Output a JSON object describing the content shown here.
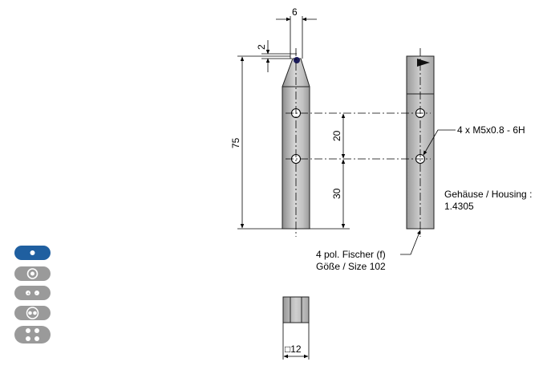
{
  "dimensions": {
    "width_top": "6",
    "tip": "2",
    "length": "75",
    "hole_spacing": "20",
    "hole_offset": "30",
    "square": "□12"
  },
  "annotations": {
    "thread": "4 x M5x0.8 - 6H",
    "housing_line1": "Gehäuse / Housing :",
    "housing_line2": "1.4305",
    "connector_line1": "4 pol. Fischer (f)",
    "connector_line2": "Göße / Size 102"
  },
  "selector": {
    "items": [
      {
        "icon": "single-dot-icon",
        "state": "active"
      },
      {
        "icon": "ring-dot-icon",
        "state": "inactive"
      },
      {
        "icon": "two-dots-icon",
        "state": "inactive"
      },
      {
        "icon": "ring-plus-minus-icon",
        "state": "inactive"
      },
      {
        "icon": "four-plus-minus-icon",
        "state": "inactive"
      }
    ]
  },
  "colors": {
    "selector_active": "#1f5fa0",
    "selector_inactive": "#9a9a9a",
    "tip_marker": "#1a1a5a"
  }
}
